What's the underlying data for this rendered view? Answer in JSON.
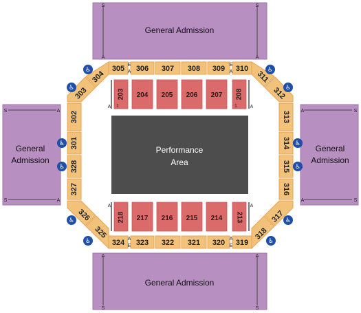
{
  "general_admission": {
    "top": "General Admission",
    "bottom": "General Admission",
    "left": [
      "General",
      "Admission"
    ],
    "right": [
      "General",
      "Admission"
    ]
  },
  "performance_area": [
    "Performance",
    "Area"
  ],
  "sections_300": {
    "top": [
      "305",
      "306",
      "307",
      "308",
      "309",
      "310"
    ],
    "bottom": [
      "324",
      "323",
      "322",
      "321",
      "320",
      "319"
    ],
    "top_left_diag": [
      "304",
      "303"
    ],
    "top_right_diag": [
      "311",
      "312"
    ],
    "bottom_left_diag": [
      "326",
      "325"
    ],
    "bottom_right_diag": [
      "318",
      "317"
    ],
    "left": [
      "302",
      "301",
      "328",
      "327"
    ],
    "right": [
      "313",
      "314",
      "315",
      "316"
    ]
  },
  "sections_200": {
    "top": [
      "203",
      "204",
      "205",
      "206",
      "207",
      "208"
    ],
    "bottom": [
      "218",
      "217",
      "216",
      "215",
      "214",
      "213"
    ]
  },
  "row_marks": {
    "a": "A",
    "s": "S",
    "e": "E",
    "one": "1"
  },
  "icons": {
    "accessible": "wheelchair-icon"
  },
  "colors": {
    "general_admission": "#b78fc1",
    "section_300": "#f2c17a",
    "section_200": "#db6b6b",
    "performance_area": "#4d4d4d",
    "accessible": "#1f4fa8"
  }
}
